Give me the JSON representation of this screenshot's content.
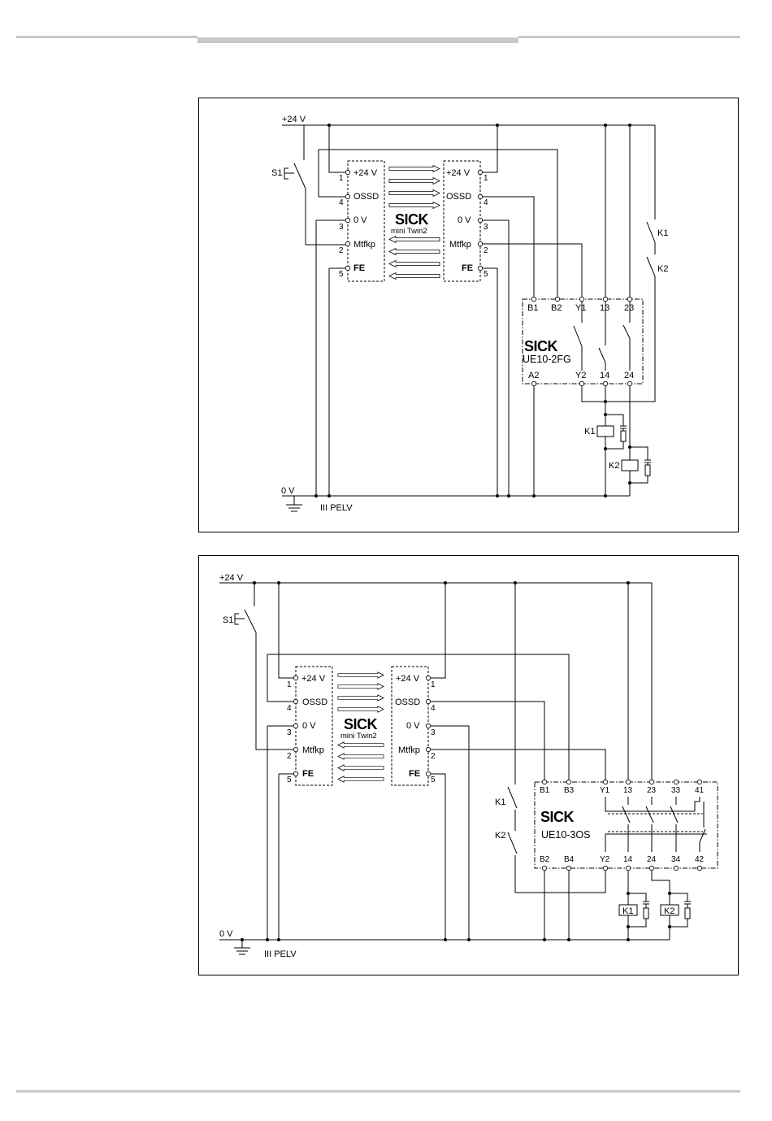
{
  "labels": {
    "supply": "+24 V",
    "ground": "0 V",
    "pelv": "III PELV",
    "switch": "S1",
    "relay1": "K1",
    "relay2": "K2"
  },
  "device": {
    "logo": "SICK",
    "name": "mini Twin2",
    "pins": [
      {
        "label": "+24 V",
        "num": "1"
      },
      {
        "label": "OSSD",
        "num": "4"
      },
      {
        "label": "0 V",
        "num": "3"
      },
      {
        "label": "Mtfkp",
        "num": "2"
      },
      {
        "label": "FE",
        "num": "5"
      }
    ]
  },
  "diagram1": {
    "module": {
      "logo": "SICK",
      "model": "UE10-2FG",
      "top_terminals": [
        "B1",
        "B2",
        "Y1",
        "13",
        "23"
      ],
      "bottom_terminals": [
        "A2",
        "Y2",
        "14",
        "24"
      ]
    }
  },
  "diagram2": {
    "module": {
      "logo": "SICK",
      "model": "UE10-3OS",
      "top_terminals": [
        "B1",
        "B3",
        "Y1",
        "13",
        "23",
        "33",
        "41"
      ],
      "bottom_terminals": [
        "B2",
        "B4",
        "Y2",
        "14",
        "24",
        "34",
        "42"
      ]
    }
  }
}
